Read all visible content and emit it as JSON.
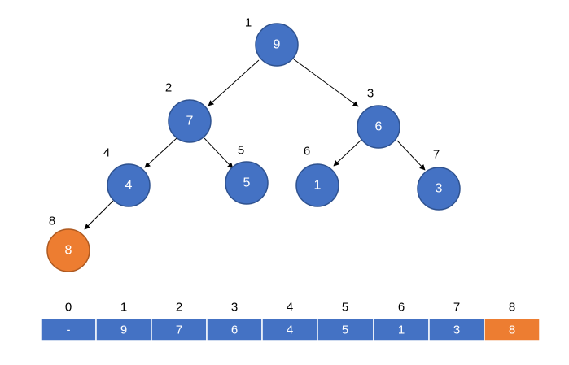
{
  "tree": {
    "nodes": [
      {
        "id": 1,
        "index_label": "1",
        "value": "9",
        "color": "#4472C4"
      },
      {
        "id": 2,
        "index_label": "2",
        "value": "7",
        "color": "#4472C4"
      },
      {
        "id": 3,
        "index_label": "3",
        "value": "6",
        "color": "#4472C4"
      },
      {
        "id": 4,
        "index_label": "4",
        "value": "4",
        "color": "#4472C4"
      },
      {
        "id": 5,
        "index_label": "5",
        "value": "5",
        "color": "#4472C4"
      },
      {
        "id": 6,
        "index_label": "6",
        "value": "1",
        "color": "#4472C4"
      },
      {
        "id": 7,
        "index_label": "7",
        "value": "3",
        "color": "#4472C4"
      },
      {
        "id": 8,
        "index_label": "8",
        "value": "8",
        "color": "#ED7D31"
      }
    ],
    "edges": [
      {
        "from": 1,
        "to": 2
      },
      {
        "from": 1,
        "to": 3
      },
      {
        "from": 2,
        "to": 4
      },
      {
        "from": 2,
        "to": 5
      },
      {
        "from": 3,
        "to": 6
      },
      {
        "from": 3,
        "to": 7
      },
      {
        "from": 4,
        "to": 8
      }
    ]
  },
  "array": {
    "indices": [
      "0",
      "1",
      "2",
      "3",
      "4",
      "5",
      "6",
      "7",
      "8"
    ],
    "values": [
      "-",
      "9",
      "7",
      "6",
      "4",
      "5",
      "1",
      "3",
      "8"
    ],
    "highlight_index": 8
  },
  "colors": {
    "node_fill": "#4472C4",
    "highlight_fill": "#ED7D31"
  }
}
